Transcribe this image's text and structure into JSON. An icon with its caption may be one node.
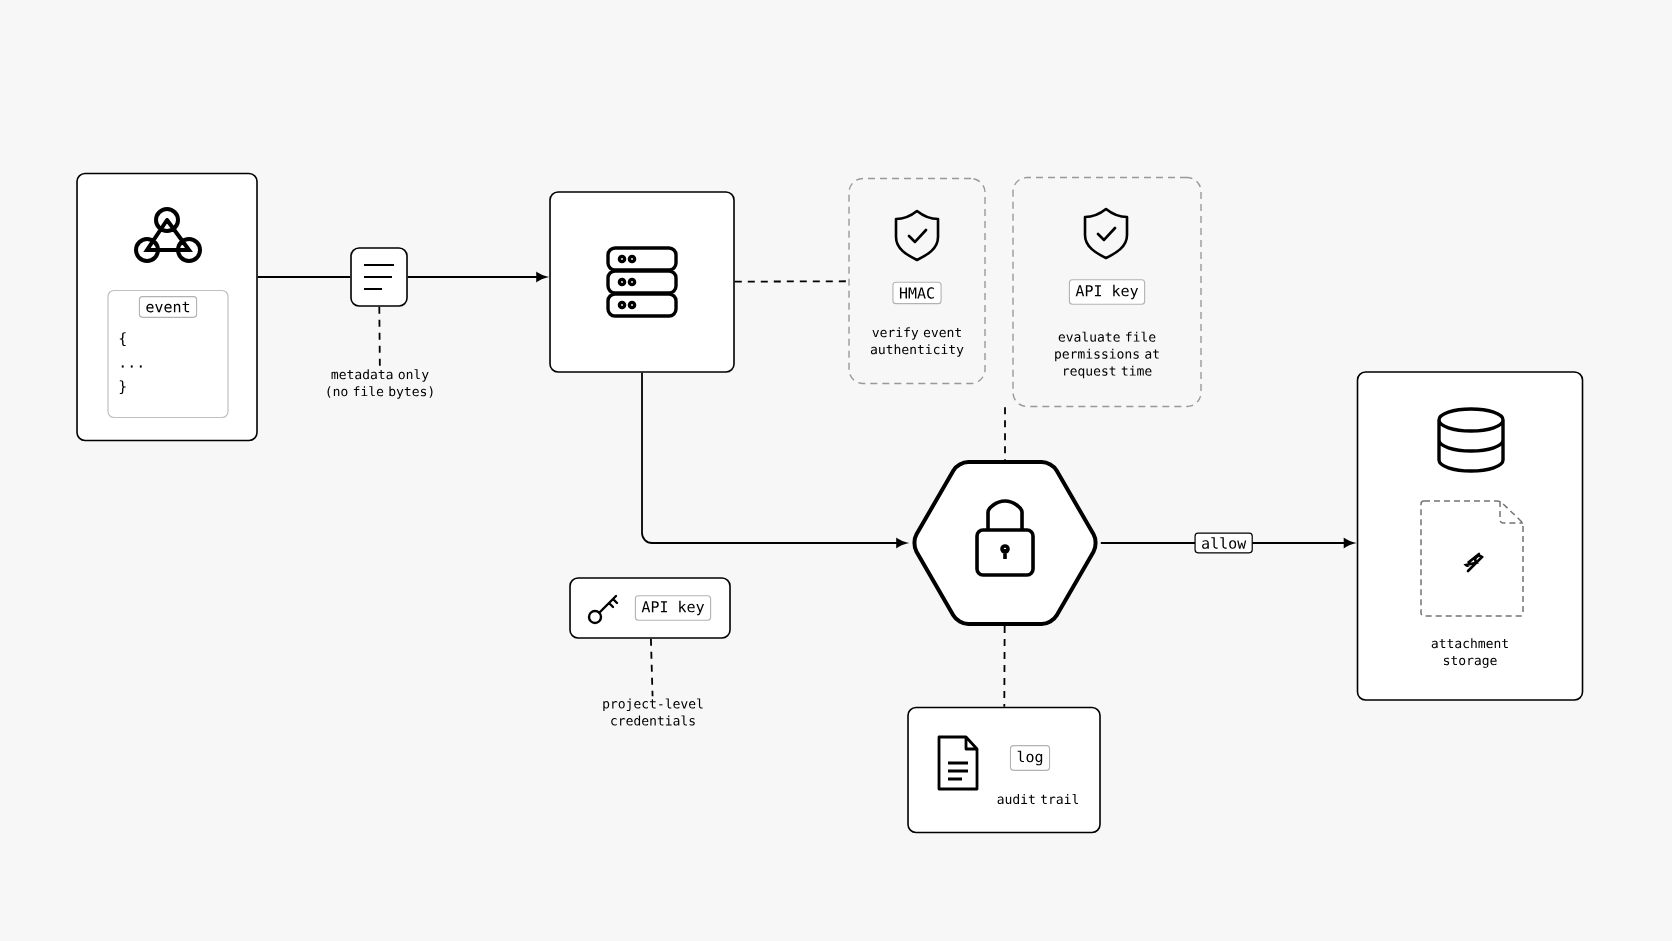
{
  "diagram": {
    "nodes": [
      {
        "text": [],
        "shape": "box"
      },
      {
        "text": [
          "event",
          "{ ... }"
        ],
        "in": 0
      },
      {
        "text": [],
        "shape": "box"
      },
      {
        "text": [
          "metadata only (no file bytes)"
        ]
      },
      {
        "text": [],
        "shape": "box"
      },
      {
        "text": [
          "HMAC",
          "verify event authenticity"
        ]
      },
      {
        "text": [
          "API key",
          "evaluate file permissions at request time"
        ]
      },
      {
        "text": [],
        "shape": "hexagon"
      },
      {
        "text": [
          "API key"
        ]
      },
      {
        "text": [
          "project-level credentials"
        ]
      },
      {
        "text": [
          "log",
          "audit trail"
        ]
      },
      {
        "text": [
          "attachment storage"
        ]
      }
    ],
    "edges": [
      {
        "from": 0,
        "to": 2,
        "arrow": "none"
      },
      {
        "from": 2,
        "to": 4,
        "arrow": "to"
      },
      {
        "from": 2,
        "to": 3,
        "arrow": "none",
        "style": "dashed"
      },
      {
        "from": 4,
        "to": 5,
        "arrow": "none",
        "style": "dashed"
      },
      {
        "from": 4,
        "to": 7,
        "arrow": "to"
      },
      {
        "from": 6,
        "to": 7,
        "arrow": "none",
        "style": "dashed"
      },
      {
        "from": 7,
        "to": 10,
        "arrow": "none",
        "style": "dashed"
      },
      {
        "from": 7,
        "to": 11,
        "arrow": "to",
        "label": "allow"
      },
      {
        "from": 8,
        "to": 9,
        "arrow": "none",
        "style": "dashed"
      }
    ]
  }
}
